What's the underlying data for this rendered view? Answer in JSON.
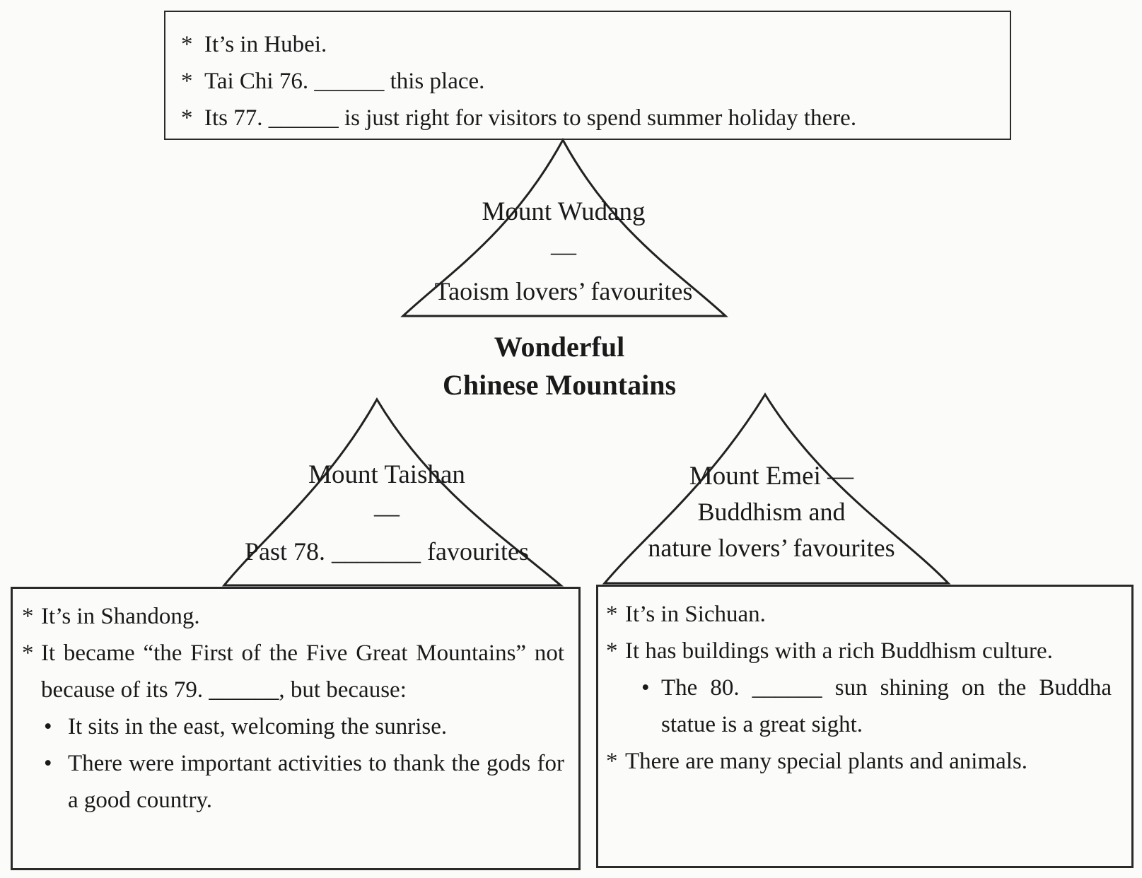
{
  "page": {
    "background": "#fbfbfa",
    "ink": "#1a1a1a",
    "border_color": "#2a2a2a"
  },
  "title": {
    "lines": [
      "Wonderful",
      "Chinese Mountains"
    ]
  },
  "mountains": {
    "wudang": {
      "name": "Mount Wudang",
      "separator": "—",
      "subtitle": "Taoism lovers’ favourites"
    },
    "taishan": {
      "name": "Mount Taishan",
      "separator": "—",
      "subtitle": "Past 78. _______ favourites"
    },
    "emei": {
      "lines": [
        "Mount Emei —",
        "Buddhism and",
        "nature lovers’ favourites"
      ]
    }
  },
  "wudang_box": {
    "items": [
      {
        "marker": "*",
        "text": "It’s in Hubei."
      },
      {
        "marker": "*",
        "text": "Tai Chi 76. ______ this place."
      },
      {
        "marker": "*",
        "text": "Its 77. ______ is just right for visitors to spend summer holiday there."
      }
    ]
  },
  "taishan_box": {
    "items": [
      {
        "marker": "*",
        "text": "It’s in Shandong."
      },
      {
        "marker": "*",
        "text": "It became “the First of the Five Great Mountains” not because of its 79. ______, but because:"
      },
      {
        "marker": "•",
        "text": "It sits in the east, welcoming the sunrise."
      },
      {
        "marker": "•",
        "text": "There were important activities to thank the gods for a good country."
      }
    ]
  },
  "emei_box": {
    "items": [
      {
        "marker": "*",
        "text": "It’s in Sichuan."
      },
      {
        "marker": "*",
        "text": "It has buildings with a rich Buddhism culture."
      },
      {
        "marker": "•",
        "text": "The 80. ______ sun shining on the Buddha statue is a great sight."
      },
      {
        "marker": "*",
        "text": "There are many special plants and animals."
      }
    ]
  }
}
